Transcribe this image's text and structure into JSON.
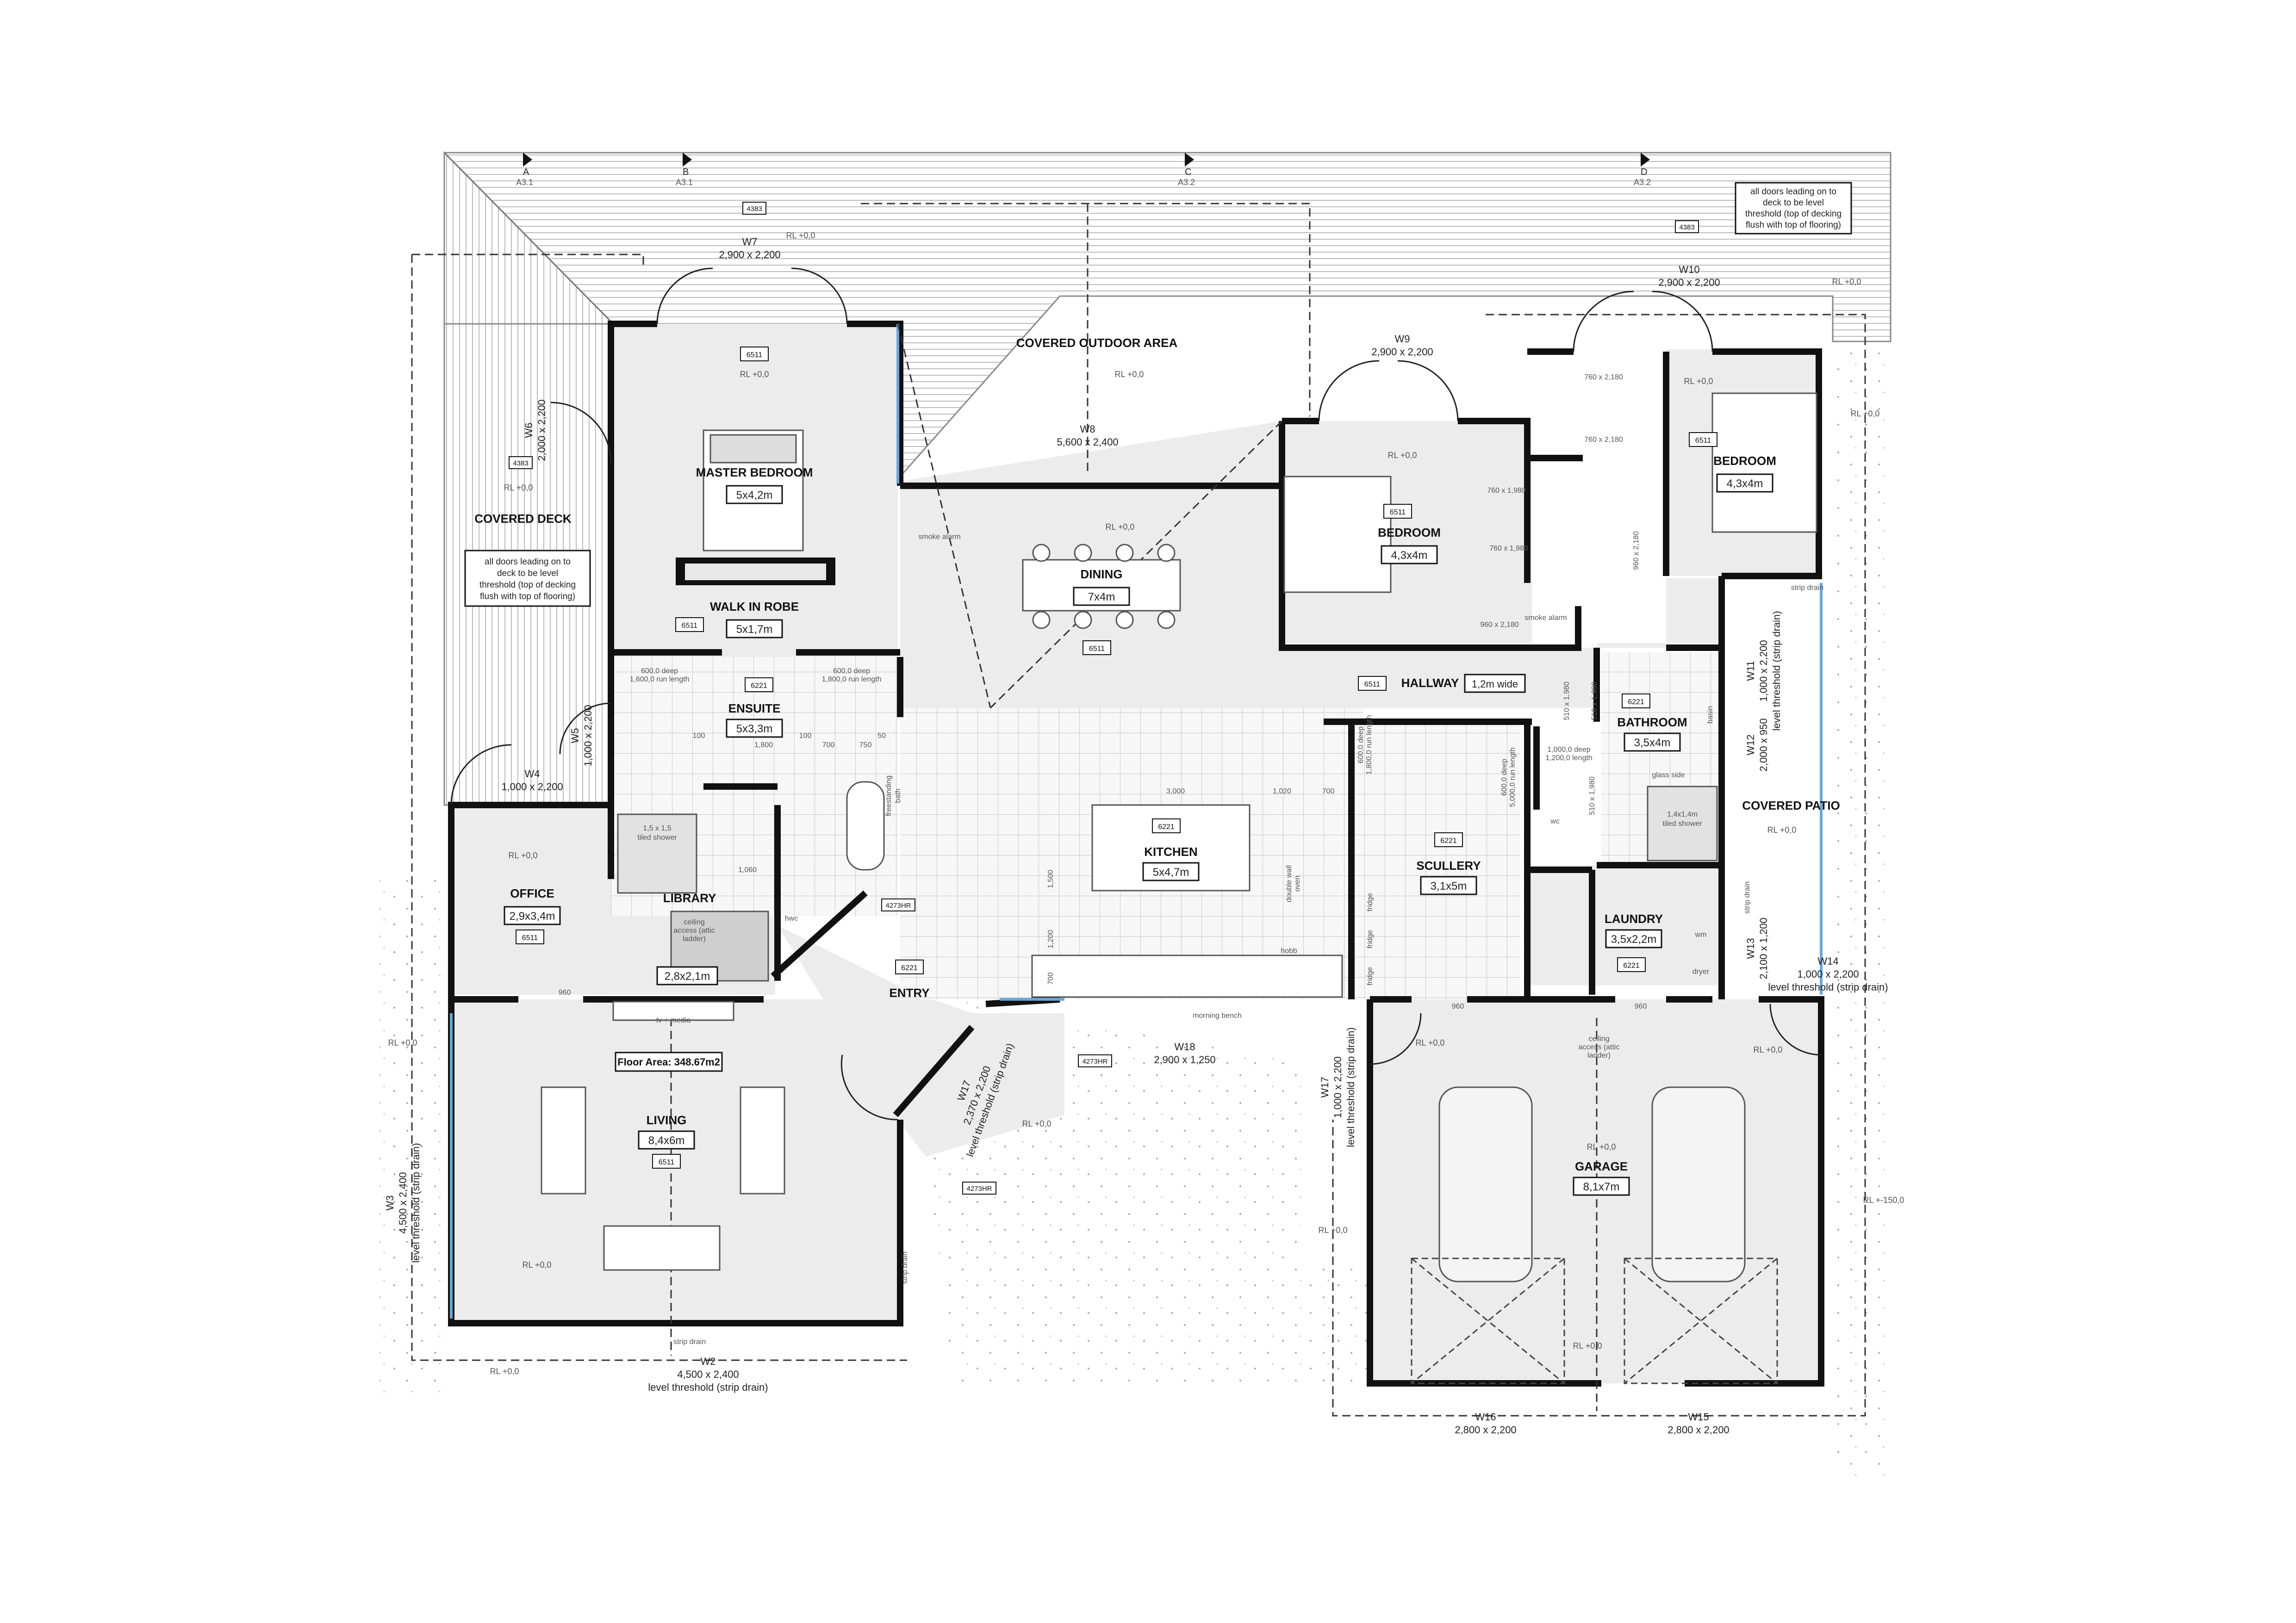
{
  "grid_markers": [
    {
      "letter": "A",
      "ref": "A3.1"
    },
    {
      "letter": "B",
      "ref": "A3.1"
    },
    {
      "letter": "C",
      "ref": "A3.2"
    },
    {
      "letter": "D",
      "ref": "A3.2"
    }
  ],
  "notes": {
    "deck_top_right": [
      "all doors leading on to",
      "deck to be level",
      "threshold (top of decking",
      "flush with top of flooring)"
    ],
    "deck_left": [
      "all doors leading on to",
      "deck to be level",
      "threshold (top of decking",
      "flush with top of flooring)"
    ]
  },
  "rooms": {
    "covered_outdoor": {
      "name": "COVERED OUTDOOR AREA"
    },
    "covered_deck": {
      "name": "COVERED DECK"
    },
    "covered_patio": {
      "name": "COVERED PATIO"
    },
    "master": {
      "name": "MASTER BEDROOM",
      "size": "5x4,2m",
      "tag": "6511"
    },
    "walkin": {
      "name": "WALK IN ROBE",
      "size": "5x1,7m",
      "tag": "6511"
    },
    "ensuite": {
      "name": "ENSUITE",
      "size": "5x3,3m",
      "tag": "6221"
    },
    "dining": {
      "name": "DINING",
      "size": "7x4m",
      "tag": "6511"
    },
    "bedroom2": {
      "name": "BEDROOM",
      "size": "4,3x4m",
      "tag": "6511"
    },
    "bedroom3": {
      "name": "BEDROOM",
      "size": "4,3x4m",
      "tag": "6511"
    },
    "hallway": {
      "name": "HALLWAY",
      "size": "1,2m wide",
      "tag": "6511"
    },
    "bathroom": {
      "name": "BATHROOM",
      "size": "3,5x4m",
      "tag": "6221"
    },
    "kitchen": {
      "name": "KITCHEN",
      "size": "5x4,7m",
      "tag": "6221"
    },
    "scullery": {
      "name": "SCULLERY",
      "size": "3,1x5m",
      "tag": "6221"
    },
    "laundry": {
      "name": "LAUNDRY",
      "size": "3,5x2,2m",
      "tag": "6221"
    },
    "office": {
      "name": "OFFICE",
      "size": "2,9x3,4m",
      "tag": "6511"
    },
    "library": {
      "name": "LIBRARY",
      "size": "2,8x2,1m"
    },
    "entry": {
      "name": "ENTRY",
      "tag": "6221"
    },
    "living": {
      "name": "LIVING",
      "size": "8,4x6m",
      "tag": "6511",
      "floor_area": "Floor Area: 348.67m2"
    },
    "garage": {
      "name": "GARAGE",
      "size": "8,1x7m"
    }
  },
  "windows": {
    "w7": {
      "id": "W7",
      "size": "2,900 x 2,200"
    },
    "w8": {
      "id": "W8",
      "size": "5,600 x 2,400"
    },
    "w9": {
      "id": "W9",
      "size": "2,900 x 2,200"
    },
    "w10": {
      "id": "W10",
      "size": "2,900 x 2,200"
    },
    "w6": {
      "id": "W6",
      "size": "2,000 x 2,200"
    },
    "w5": {
      "id": "W5",
      "size": "1,000 x 2,200"
    },
    "w4": {
      "id": "W4",
      "size": "1,000 x 2,200"
    },
    "w3": {
      "id": "W3",
      "size": "4,500 x 2,400",
      "note": "level threshold (strip drain)"
    },
    "w2": {
      "id": "W2",
      "size": "4,500 x 2,400",
      "note": "level threshold (strip drain)"
    },
    "w11": {
      "id": "W11",
      "size": "1,000 x 2,200",
      "note": "level threshold (strip drain)"
    },
    "w12": {
      "id": "W12",
      "size": "2,000 x 950"
    },
    "w13": {
      "id": "W13",
      "size": "2,100 x 1,200"
    },
    "w14": {
      "id": "W14",
      "size": "1,000 x 2,200",
      "note": "level threshold (strip drain)"
    },
    "w17a": {
      "id": "W17",
      "size": "2,370 x 2,200",
      "note": "level threshold (strip drain)"
    },
    "w17b": {
      "id": "W17",
      "size": "1,000 x 2,200",
      "note": "level threshold (strip drain)"
    },
    "w18": {
      "id": "W18",
      "size": "2,900 x 1,250"
    },
    "w16": {
      "id": "W16",
      "size": "2,800 x 2,200"
    },
    "w15": {
      "id": "W15",
      "size": "2,800 x 2,200"
    }
  },
  "tags": {
    "t4383": "4383",
    "t4273": "4273HR"
  },
  "levels": {
    "rl0": "RL +0,0",
    "rl150": "RL +-150,0"
  },
  "labels": {
    "smoke_alarm": "smoke alarm",
    "strip_drain": "strip drain",
    "ceiling_access": [
      "ceiling",
      "access (attic",
      "ladder)"
    ],
    "tv_media": "tv + media",
    "morning_bench": "morning bench",
    "hobb": "hobb",
    "double_wall_oven": [
      "double wall",
      "oven"
    ],
    "fridge": "fridge",
    "wm": "wm",
    "dryer": "dryer",
    "wc": "wc",
    "hwc": "hwc",
    "basin": "basin",
    "glass_side": "glass side",
    "tiled_shower_ens": [
      "1,5 x 1,5",
      "tiled shower"
    ],
    "tiled_shower_bath": [
      "1,4x1,4m",
      "tiled shower"
    ],
    "freestanding_bath": [
      "freestanding",
      "bath"
    ],
    "robe_ens_left": [
      "600,0 deep",
      "1,600,0 run length"
    ],
    "robe_ens_right": [
      "600,0 deep",
      "1,800,0 run length"
    ],
    "kitchen_pantry": [
      "600,0 deep",
      "1,800,0 run length"
    ],
    "scullery_bench": [
      "600,0 deep",
      "5,000,0 run length"
    ],
    "linen": [
      "1,000,0 deep",
      "1,200,0 length"
    ],
    "door_760a": "760 x 2,180",
    "door_760b": "760 x 2,180",
    "door_760c": "760 x 1,980",
    "door_760d": "760 x 1,980",
    "door_960a": "960 x 2,180",
    "door_960b": "960 x 2,180",
    "door_510a": "510 x 1,980",
    "door_510b": "510 x 1,980",
    "door_510c": "510 x 1,980",
    "dim_960": "960",
    "dim_1060": "1,060",
    "dim_3000": "3,000",
    "dim_1020": "1,020",
    "dim_700": "700",
    "dim_1500": "1,500",
    "dim_1200": "1,200",
    "dim_1800": "1,800",
    "dim_750": "750",
    "dim_100": "100",
    "dim_50": "50"
  }
}
